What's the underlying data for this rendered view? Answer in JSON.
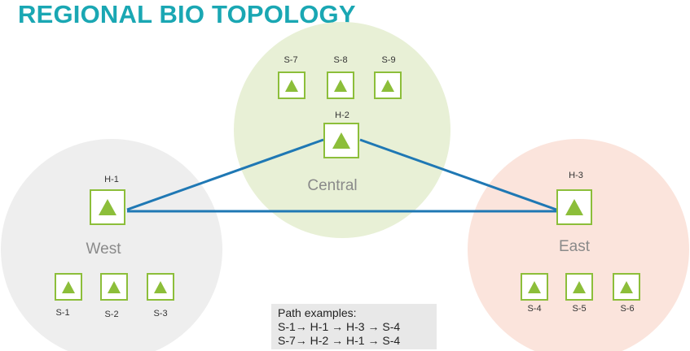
{
  "title": "REGIONAL BIO TOPOLOGY",
  "colors": {
    "title": "#1aa7b3",
    "link": "#1f78b4",
    "node_border": "#8cbe3a",
    "west_region": "#eeeeee",
    "central_region": "#e8f0d6",
    "east_region": "#fbe4dc"
  },
  "regions": {
    "west": "West",
    "central": "Central",
    "east": "East"
  },
  "hubs": {
    "h1": "H-1",
    "h2": "H-2",
    "h3": "H-3"
  },
  "sites": {
    "s1": "S-1",
    "s2": "S-2",
    "s3": "S-3",
    "s4": "S-4",
    "s5": "S-5",
    "s6": "S-6",
    "s7": "S-7",
    "s8": "S-8",
    "s9": "S-9"
  },
  "path_examples": {
    "heading": "Path examples:",
    "line1": "S-1→ H-1 → H-3 → S-4",
    "line2": "S-7→ H-2 → H-1 → S-4"
  }
}
